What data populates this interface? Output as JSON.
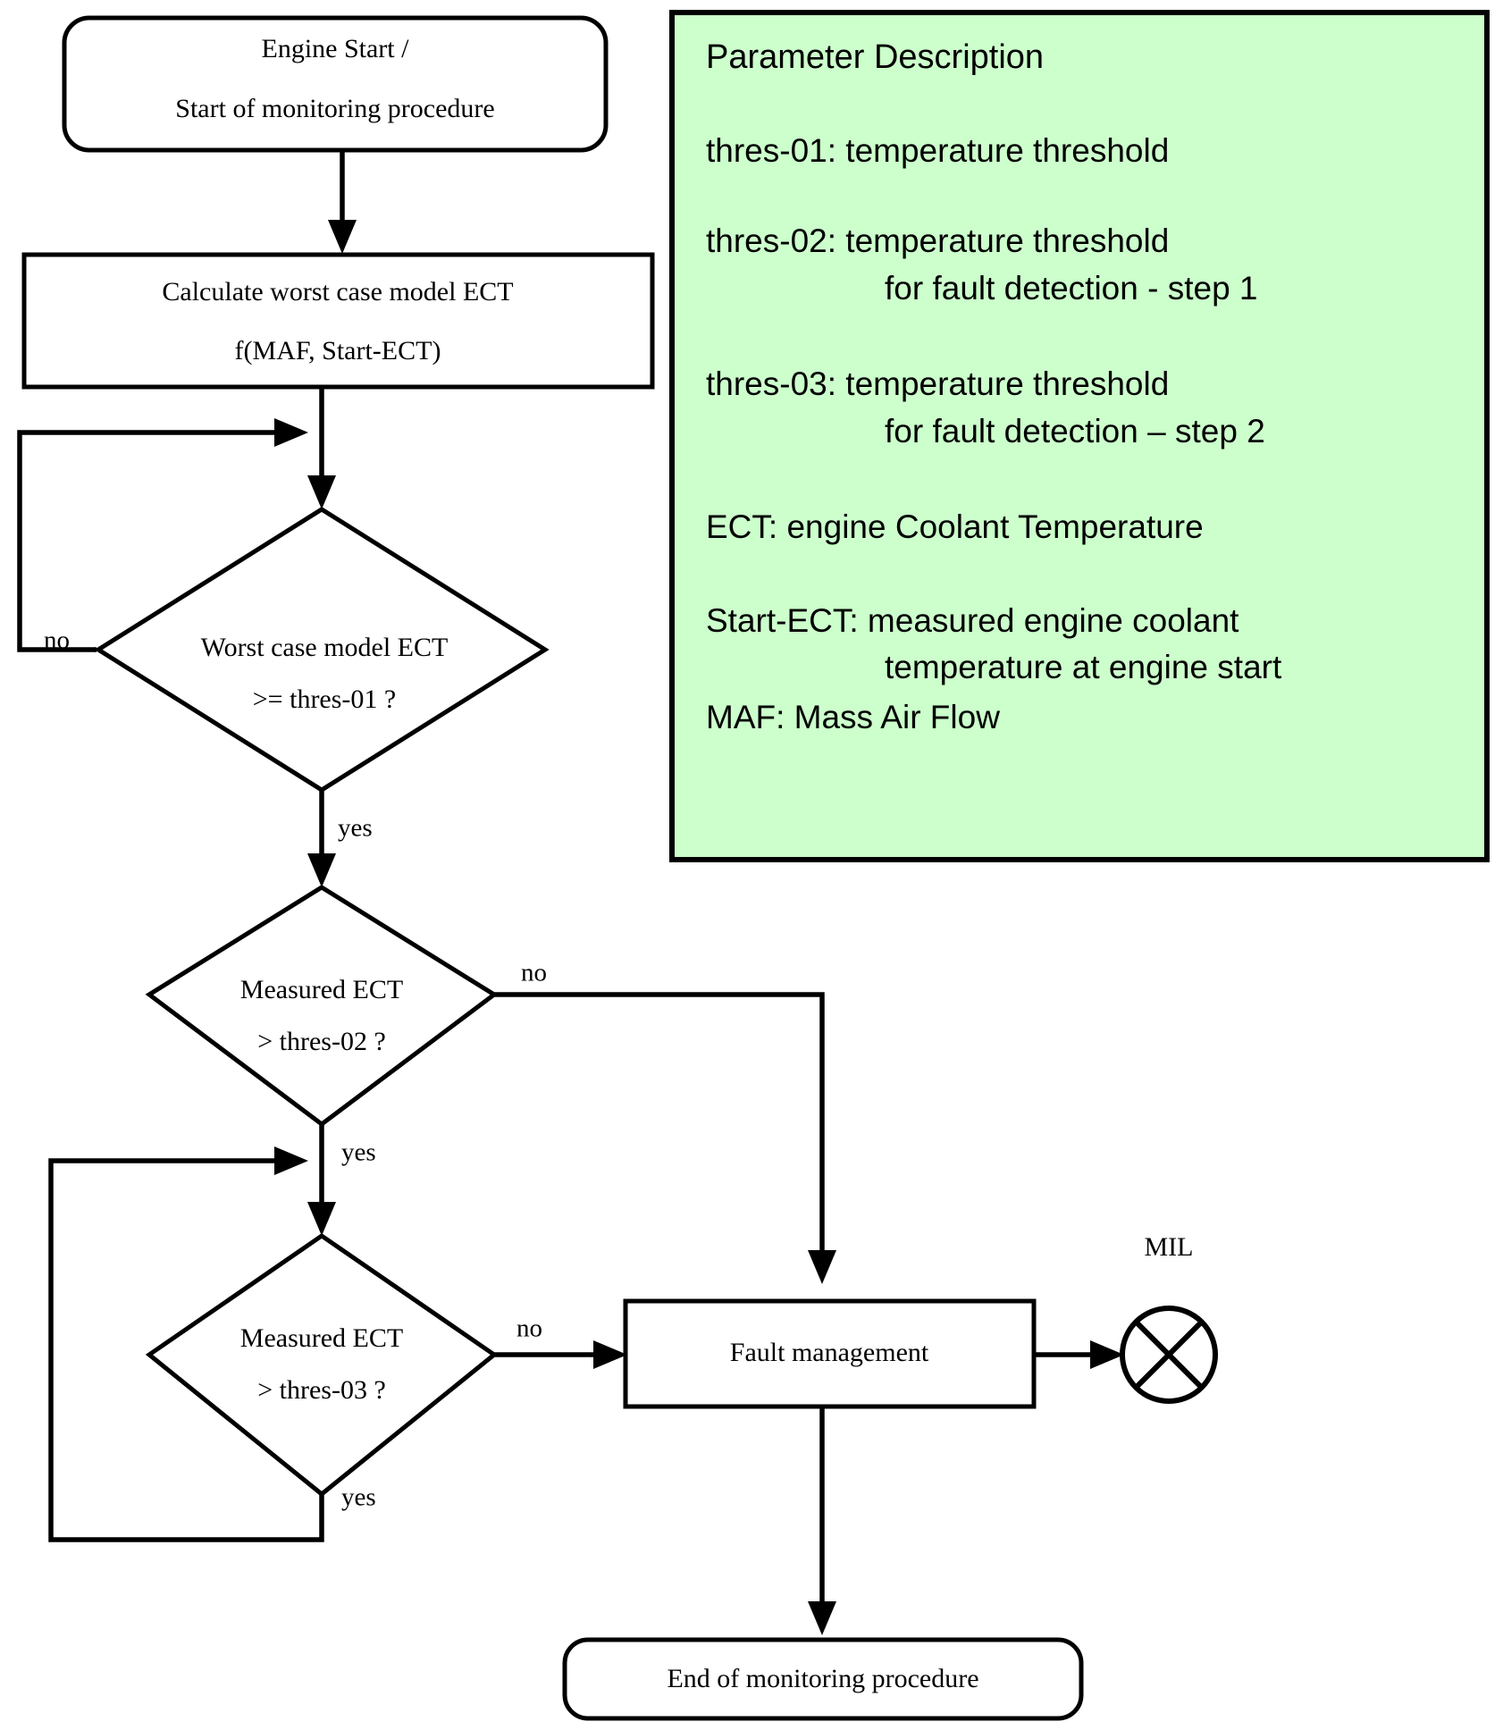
{
  "diagram": {
    "title": "Engine coolant temperature monitoring procedure flowchart",
    "background_color": "#FFFFFF",
    "line_color": "#000000"
  },
  "nodes": {
    "start": {
      "type": "terminator",
      "line1": "Engine Start /",
      "line2": "Start of monitoring procedure"
    },
    "calculate": {
      "type": "process",
      "line1": "Calculate worst case model ECT",
      "line2": "f(MAF, Start-ECT)"
    },
    "decision1": {
      "type": "decision",
      "line1": "Worst case model ECT",
      "line2": ">= thres-01 ?"
    },
    "decision2": {
      "type": "decision",
      "line1": "Measured ECT",
      "line2": "> thres-02 ?"
    },
    "decision3": {
      "type": "decision",
      "line1": "Measured ECT",
      "line2": "> thres-03 ?"
    },
    "fault": {
      "type": "process",
      "label": "Fault management"
    },
    "mil": {
      "type": "lamp-symbol",
      "label": "MIL"
    },
    "end": {
      "type": "terminator",
      "label": "End of monitoring procedure"
    }
  },
  "edge_labels": {
    "d1_no": "no",
    "d1_yes": "yes",
    "d2_no": "no",
    "d2_yes": "yes",
    "d3_no": "no",
    "d3_yes": "yes"
  },
  "legend": {
    "background_color": "#CCFFCC",
    "border_color": "#000000",
    "title": "Parameter Description",
    "entries": [
      {
        "term": "thres-01: temperature threshold",
        "cont": ""
      },
      {
        "term": "thres-02: temperature threshold",
        "cont": "for fault detection  - step 1"
      },
      {
        "term": "thres-03: temperature threshold",
        "cont": "for fault detection – step 2"
      },
      {
        "term": "ECT:        engine Coolant Temperature",
        "cont": ""
      },
      {
        "term": "Start-ECT:  measured engine coolant",
        "cont": "temperature at engine start"
      },
      {
        "term": "MAF: Mass Air Flow",
        "cont": ""
      }
    ]
  }
}
